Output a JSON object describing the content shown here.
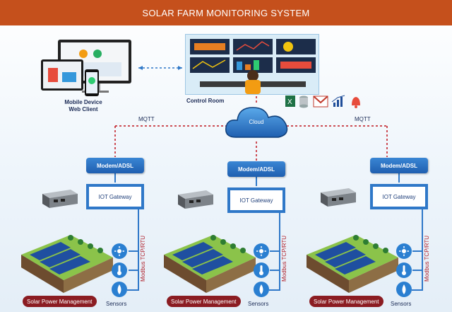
{
  "title": "SOLAR FARM MONITORING SYSTEM",
  "mobile_label_line1": "Mobile Device",
  "mobile_label_line2": "Web Client",
  "control_room_label": "Control Room",
  "cloud_label": "Cloud",
  "mqtt_left": "MQTT",
  "mqtt_right": "MQTT",
  "sites": [
    {
      "modem": "Modem/ADSL",
      "gateway": "IOT Gateway",
      "protocol": "Modbus TCP/RTU",
      "farm_label": "Solar Power Management",
      "sensors_label": "Sensors"
    },
    {
      "modem": "Modem/ADSL",
      "gateway": "IOT Gateway",
      "protocol": "Modbus TCP/RTU",
      "farm_label": "Solar Power Management",
      "sensors_label": "Sensors"
    },
    {
      "modem": "Modem/ADSL",
      "gateway": "IOT Gateway",
      "protocol": "Modbus TCP/RTU",
      "farm_label": "Solar Power Management",
      "sensors_label": "Sensors"
    }
  ],
  "sensor_icons": [
    "sun-icon",
    "thermometer-icon",
    "water-drop-icon"
  ],
  "integration_icons": [
    "excel-icon",
    "database-icon",
    "gmail-icon",
    "chart-icon",
    "alarm-bell-icon"
  ],
  "colors": {
    "title_bar": "#c5501c",
    "accent_blue": "#2f78c8",
    "badge": "#8b1c22",
    "link_red": "#c0141c"
  }
}
